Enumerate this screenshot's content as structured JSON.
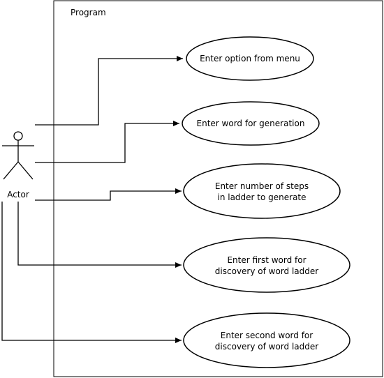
{
  "system": {
    "title": "Program"
  },
  "actor": {
    "label": "Actor"
  },
  "use_cases": [
    {
      "lines": [
        "Enter option from menu"
      ]
    },
    {
      "lines": [
        "Enter word for generation"
      ]
    },
    {
      "lines": [
        "Enter number of steps",
        "in ladder to generate"
      ]
    },
    {
      "lines": [
        "Enter first word for",
        "discovery of word ladder"
      ]
    },
    {
      "lines": [
        "Enter second word for",
        "discovery of word ladder"
      ]
    }
  ],
  "colors": {
    "stroke": "#000000",
    "background": "#ffffff"
  }
}
